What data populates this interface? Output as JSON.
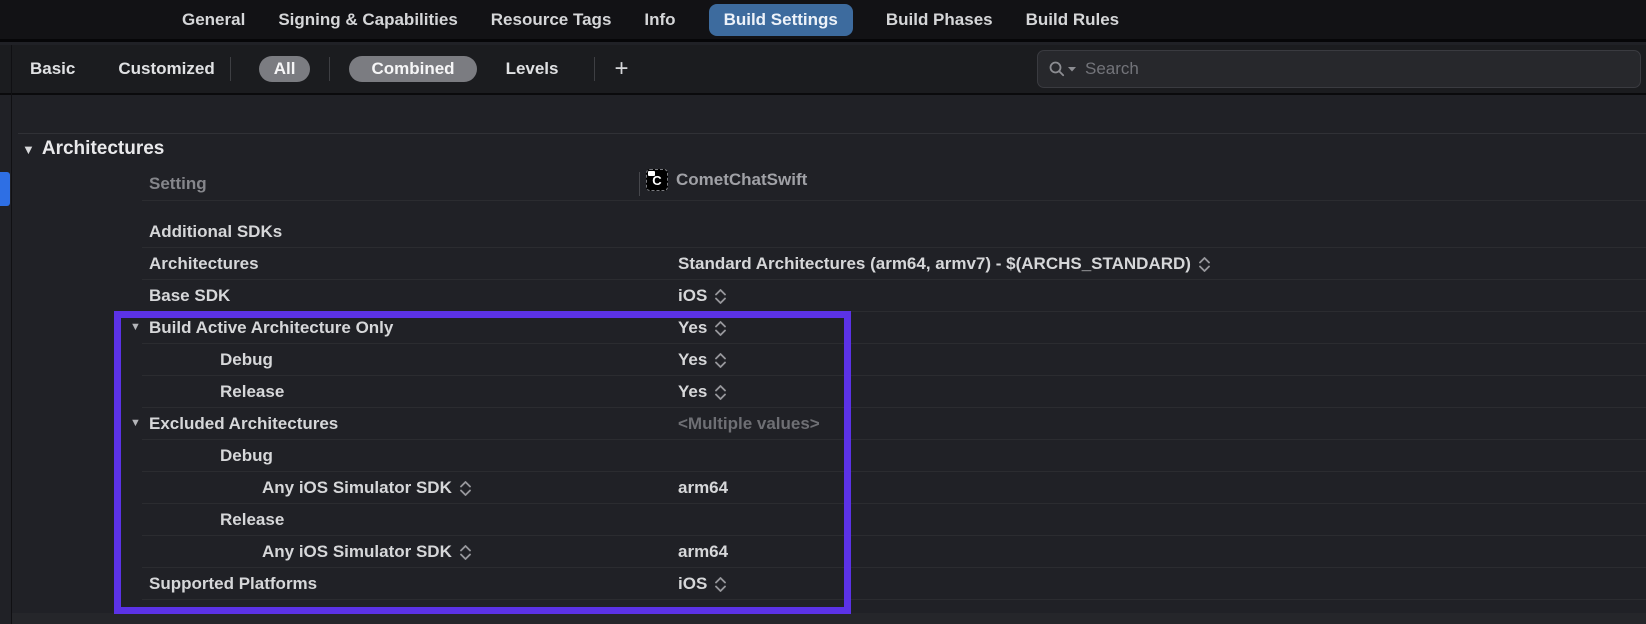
{
  "tabs": {
    "items": [
      {
        "label": "General",
        "selected": false
      },
      {
        "label": "Signing & Capabilities",
        "selected": false
      },
      {
        "label": "Resource Tags",
        "selected": false
      },
      {
        "label": "Info",
        "selected": false
      },
      {
        "label": "Build Settings",
        "selected": true
      },
      {
        "label": "Build Phases",
        "selected": false
      },
      {
        "label": "Build Rules",
        "selected": false
      }
    ]
  },
  "filter_bar": {
    "basic": "Basic",
    "customized": "Customized",
    "all": "All",
    "combined": "Combined",
    "levels": "Levels",
    "add_label": "+",
    "search_placeholder": "Search"
  },
  "section": {
    "title": "Architectures"
  },
  "table": {
    "header": {
      "setting_label": "Setting",
      "target_icon_letter": "C",
      "target_name": "CometChatSwift"
    },
    "rows": [
      {
        "label": "Additional SDKs",
        "value": ""
      },
      {
        "label": "Architectures",
        "value": "Standard Architectures (arm64, armv7) - $(ARCHS_STANDARD)"
      },
      {
        "label": "Base SDK",
        "value": "iOS"
      },
      {
        "label": "Build Active Architecture Only",
        "value": "Yes"
      },
      {
        "label": "Debug",
        "value": "Yes"
      },
      {
        "label": "Release",
        "value": "Yes"
      },
      {
        "label": "Excluded Architectures",
        "value": "<Multiple values>"
      },
      {
        "label": "Debug",
        "value": ""
      },
      {
        "label": "Any iOS Simulator SDK",
        "value": "arm64"
      },
      {
        "label": "Release",
        "value": ""
      },
      {
        "label": "Any iOS Simulator SDK",
        "value": "arm64"
      },
      {
        "label": "Supported Platforms",
        "value": "iOS"
      }
    ]
  },
  "colors": {
    "selected_tab_blue": "#3d6b9e",
    "highlight_purple": "#5b32e6",
    "navigator_selection_blue": "#2e6fe4",
    "segmented_pill_gray": "#7b7c81"
  }
}
